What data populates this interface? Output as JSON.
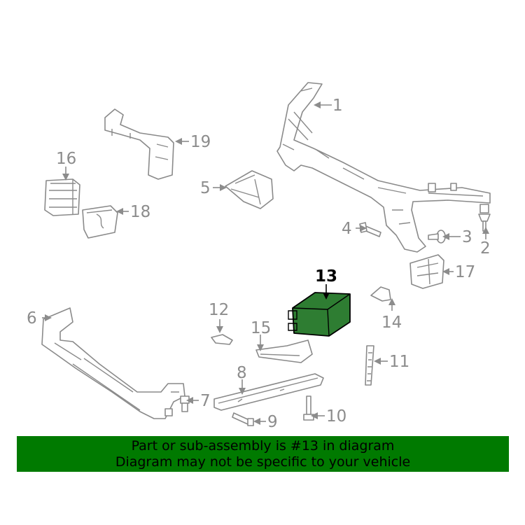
{
  "diagram": {
    "highlight_color": "#2e7d32",
    "highlighted_callout": "13",
    "callouts": [
      "1",
      "2",
      "3",
      "4",
      "5",
      "6",
      "7",
      "8",
      "9",
      "10",
      "11",
      "13",
      "14",
      "15",
      "16",
      "17",
      "18",
      "19",
      "12"
    ]
  },
  "banner": {
    "line1": "Part or sub-assembly is #13 in diagram",
    "line2": "Diagram may not be specific to your vehicle",
    "background": "#007a00"
  }
}
